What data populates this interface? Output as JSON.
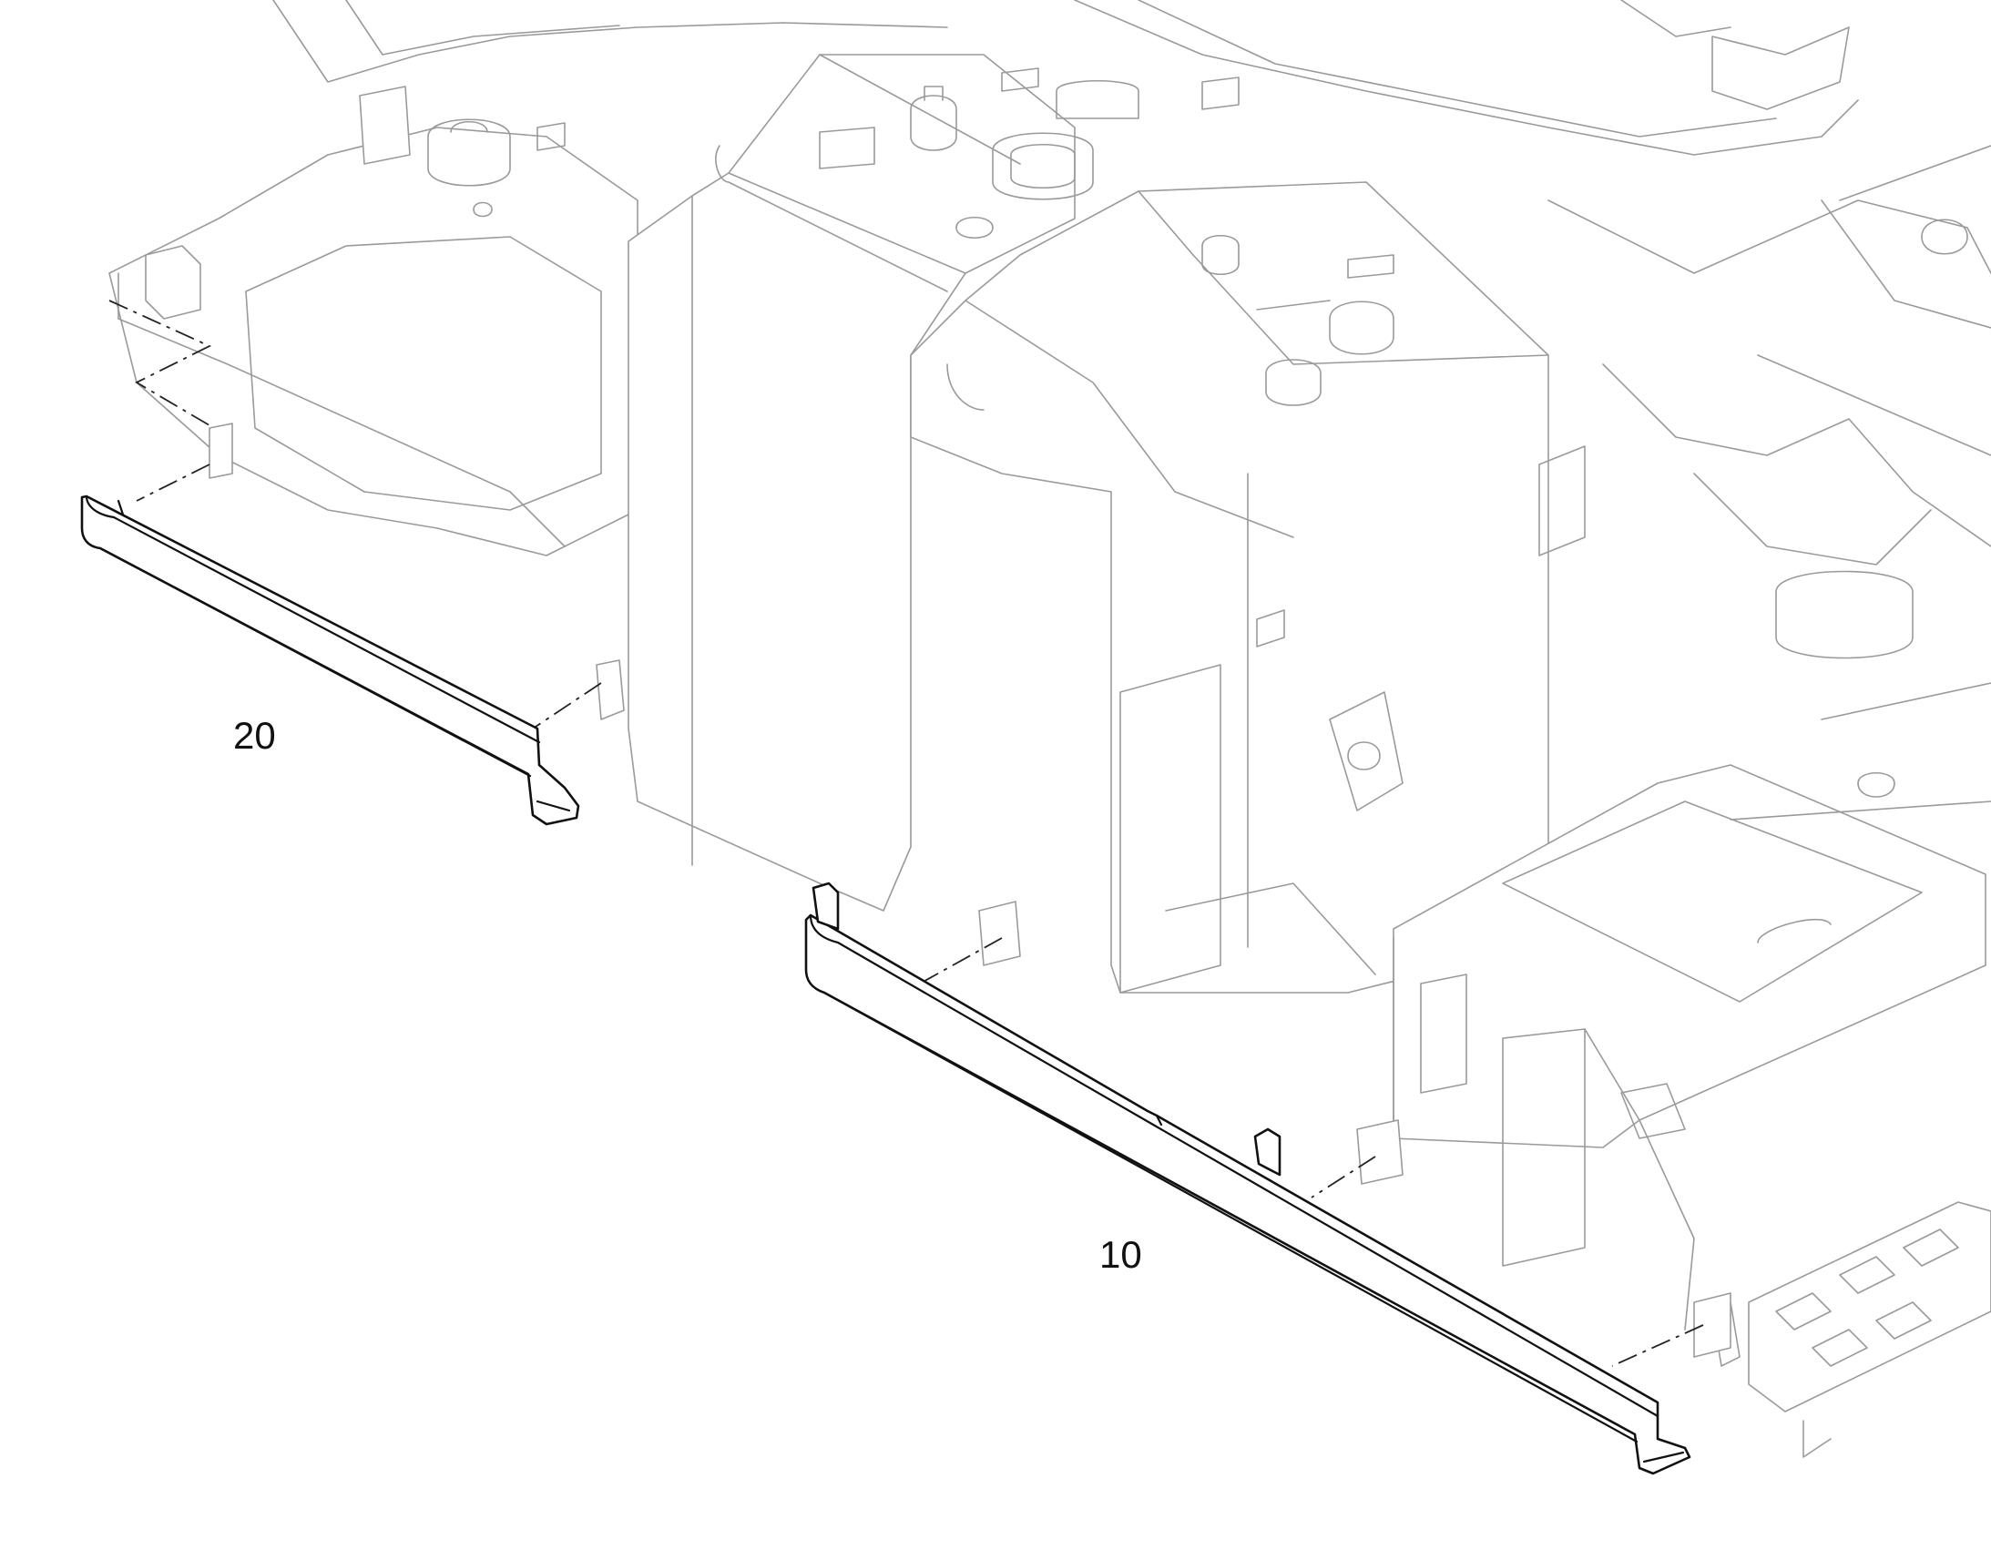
{
  "callouts": [
    {
      "id": "part-20",
      "label": "20"
    },
    {
      "id": "part-10",
      "label": "10"
    }
  ],
  "colors": {
    "background": "#ffffff",
    "highlighted_part_stroke": "#111111",
    "context_stroke": "#9a9a9a"
  }
}
